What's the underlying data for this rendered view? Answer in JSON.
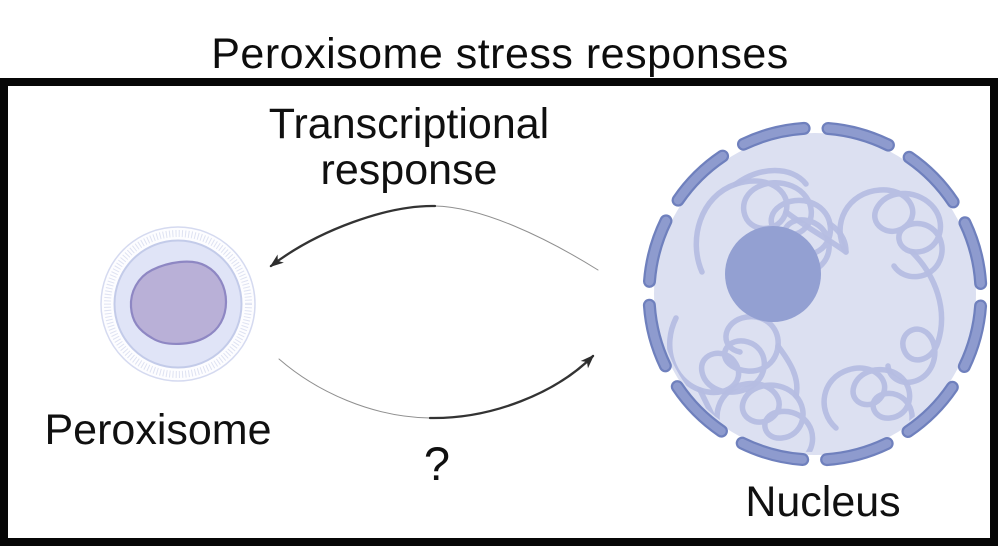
{
  "title": "Peroxisome stress responses",
  "diagram": {
    "organelles": [
      {
        "name": "peroxisome",
        "label": "Peroxisome"
      },
      {
        "name": "nucleus",
        "label": "Nucleus"
      }
    ],
    "arrows": [
      {
        "from": "Nucleus",
        "to": "Peroxisome",
        "label": "Transcriptional response",
        "shape": "curved-tapered"
      },
      {
        "from": "Peroxisome",
        "to": "Nucleus",
        "label": "?",
        "shape": "curved-tapered"
      }
    ]
  },
  "colors": {
    "background": "#ffffff",
    "frame_border": "#070707",
    "text": "#101010",
    "arrow_dark": "#333333",
    "arrow_light": "#8f8f8f",
    "nucleus_fill": "#dce0f1",
    "chromatin_strand": "#b5bde2",
    "nucleolus": "#93a0d2",
    "nuclear_envelope": "#8e9bce",
    "nuclear_envelope_outline": "#6f80bd",
    "peroxisome_ring": "#fdfdff",
    "peroxisome_stipple": "#c9d0ea",
    "peroxisome_fill": "#e0e4f7",
    "peroxisome_core_fill": "#b5abd4",
    "peroxisome_core_stroke": "#8e87c3"
  }
}
